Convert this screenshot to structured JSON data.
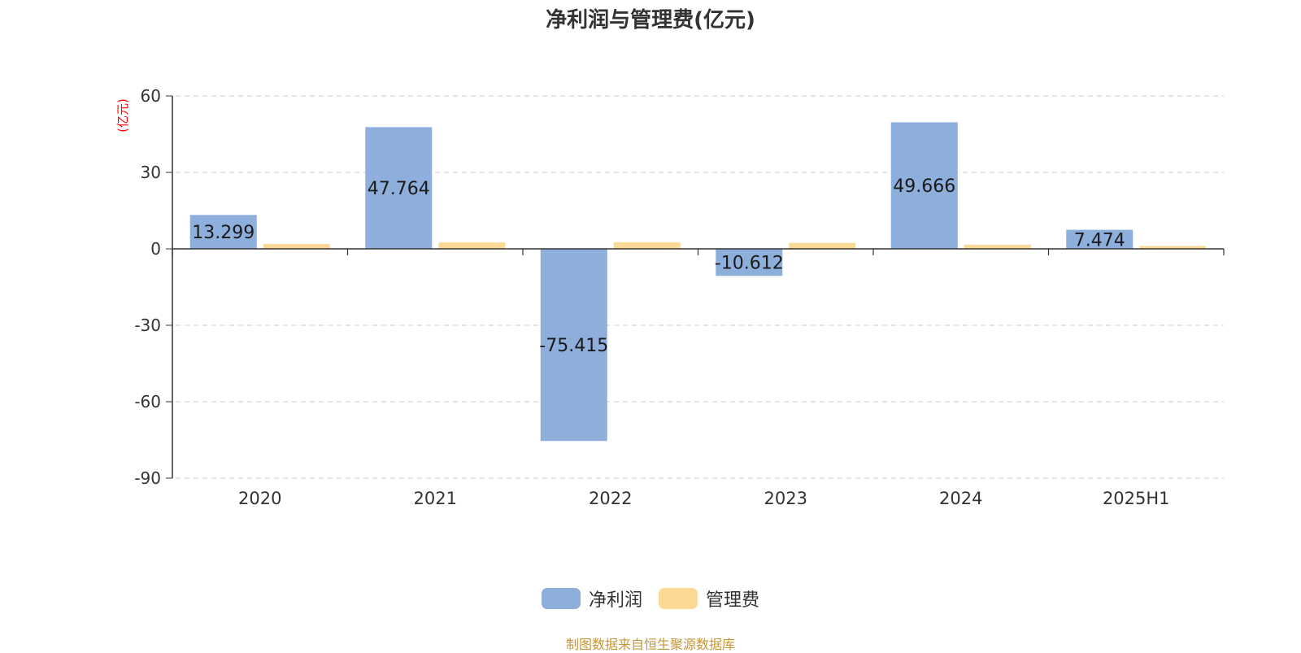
{
  "chart_data": {
    "type": "bar",
    "title": "净利润与管理费(亿元)",
    "ylabel": "(亿元)",
    "categories": [
      "2020",
      "2021",
      "2022",
      "2023",
      "2024",
      "2025H1"
    ],
    "ylim": [
      -90,
      60
    ],
    "yticks": [
      60,
      30,
      0,
      -30,
      -60,
      -90
    ],
    "grid": true,
    "legend_position": "bottom",
    "series": [
      {
        "name": "净利润",
        "color": "#8eaedb",
        "values": [
          13.299,
          47.764,
          -75.415,
          -10.612,
          49.666,
          7.474
        ],
        "labels": [
          "13.299",
          "47.764",
          "-75.415",
          "-10.612",
          "49.666",
          "7.474"
        ],
        "show_labels": true
      },
      {
        "name": "管理费",
        "color": "#fdd996",
        "values": [
          1.9,
          2.5,
          2.6,
          2.3,
          1.6,
          1.1
        ],
        "show_labels": false
      }
    ]
  },
  "source_note": "制图数据来自恒生聚源数据库"
}
